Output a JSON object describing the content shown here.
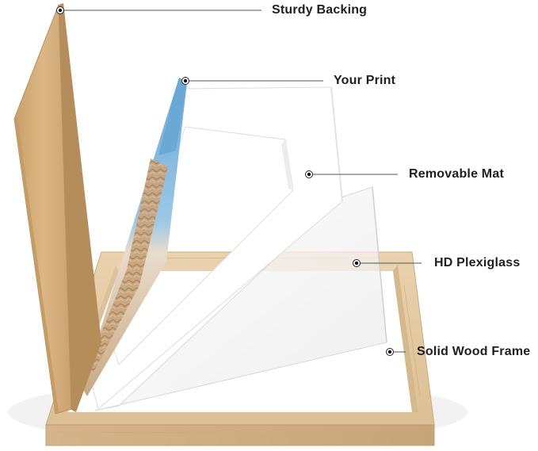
{
  "callouts": {
    "backing": {
      "label": "Sturdy Backing"
    },
    "print": {
      "label": "Your Print"
    },
    "mat": {
      "label": "Removable Mat"
    },
    "plexiglass": {
      "label": "HD Plexiglass"
    },
    "frame": {
      "label": "Solid Wood Frame"
    }
  },
  "colors": {
    "backing": "#d7b07d",
    "wood": "#e2c69e",
    "mat": "#ffffff",
    "print_sky": "#7cb3d9",
    "leader_line": "#555555",
    "label_text": "#1f1f1f"
  }
}
